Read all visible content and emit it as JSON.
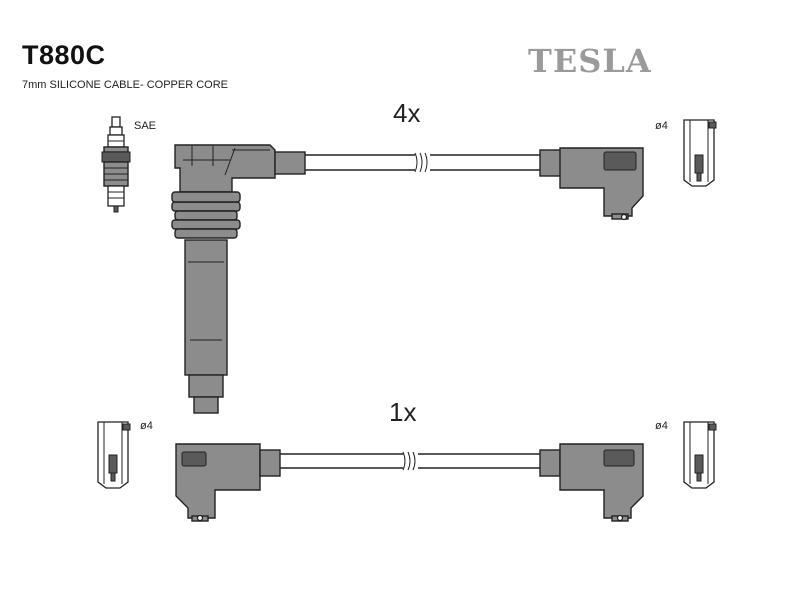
{
  "header": {
    "product_code": "T880C",
    "subtitle": "7mm SILICONE CABLE- COPPER CORE",
    "brand": "TESLA"
  },
  "labels": {
    "spark_plug_type": "SAE",
    "terminal_size": "ø4",
    "qty_top": "4x",
    "qty_bottom": "1x"
  },
  "colors": {
    "component_fill": "#8c8c8c",
    "outline": "#222222",
    "brand_gray": "#9a9a9a"
  }
}
